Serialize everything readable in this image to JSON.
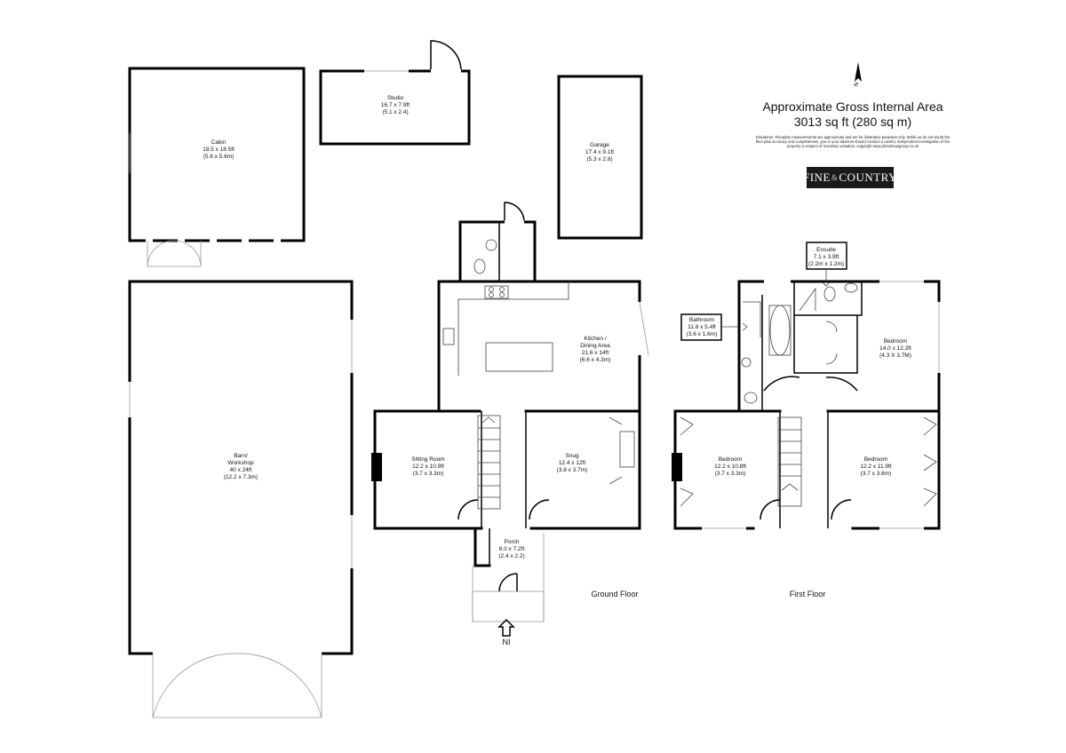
{
  "header": {
    "title": "Approximate Gross Internal Area",
    "area": "3013 sq ft (280 sq m)",
    "disclaimer": "Disclaimer: Floorplan measurements are approximate and are for illustrative purposes only. While we do not doubt the floor plan accuracy and completeness, you or your advisors should conduct a careful, independent investigation of the property in respect of monetary valuation. copyright www.photohousgroup.co.uk"
  },
  "logo": {
    "left": "FINE",
    "amp": "&",
    "right": "COUNTRY"
  },
  "compass": {
    "label": "N"
  },
  "entrance": {
    "label": "NI"
  },
  "floors": {
    "ground": "Ground Floor",
    "first": "First Floor"
  },
  "rooms": {
    "cabin": {
      "name": "Cabin",
      "imperial": "18.5 x 18.5ft",
      "metric": "(5.6 x 5.6m)"
    },
    "studio": {
      "name": "Studio",
      "imperial": "16.7 x 7.9ft",
      "metric": "(5.1 x 2.4)"
    },
    "garage": {
      "name": "Garage",
      "imperial": "17.4 x 9.1ft",
      "metric": "(5.3 x 2.8)"
    },
    "barn": {
      "name": "Barn/",
      "name2": "Workshop",
      "imperial": "40 x 24ft",
      "metric": "(12.2 x 7.3m)"
    },
    "kitchen": {
      "name": "Kitchen /",
      "name2": "Dining Area",
      "imperial": "21.6 x 14ft",
      "metric": "(6.6 x 4.3m)"
    },
    "sitting": {
      "name": "Sitting Room",
      "imperial": "12.2 x 10.9ft",
      "metric": "(3.7 x 3.3m)"
    },
    "snug": {
      "name": "Snug",
      "imperial": "12.4 x 12ft",
      "metric": "(3.8 x 3.7m)"
    },
    "porch": {
      "name": "Porch",
      "imperial": "8.0 x 7.2ft",
      "metric": "(2.4 x 2.2)"
    },
    "ensuite": {
      "name": "Ensuite",
      "imperial": "7.1 x 3.9ft",
      "metric": "(2.2m x 1.2m)"
    },
    "bathroom": {
      "name": "Bathroom",
      "imperial": "11.8 x 5.4ft",
      "metric": "(3.6 x 1.6m)"
    },
    "bed1": {
      "name": "Bedroom",
      "imperial": "14.0 x 12.3ft",
      "metric": "(4.3 X 3.7M)"
    },
    "bed2": {
      "name": "Bedroom",
      "imperial": "12.2 x 10.8ft",
      "metric": "(3.7 x 3.3m)"
    },
    "bed3": {
      "name": "Bedroom",
      "imperial": "12.2 x 11.9ft",
      "metric": "(3.7 x 3.6m)"
    }
  }
}
